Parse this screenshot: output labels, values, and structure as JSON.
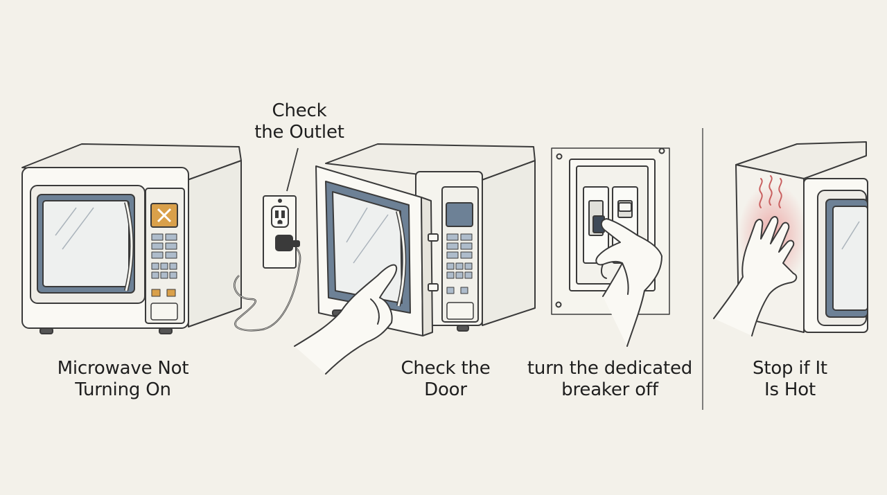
{
  "steps": [
    {
      "line1": "Microwave Not",
      "line2": "Turning On"
    },
    {
      "line1": "Check",
      "line2": "the Outlet"
    },
    {
      "line1": "Check the",
      "line2": "Door"
    },
    {
      "line1": "turn the dedicated",
      "line2": "breaker off"
    },
    {
      "line1": "Stop if It",
      "line2": "Is Hot"
    }
  ],
  "colors": {
    "background": "#f3f1ea",
    "line": "#3a3a3a",
    "glass": "#6d8196",
    "error_button": "#d9a04a",
    "heat": "#e98a8a"
  },
  "icons": [
    "microwave-icon",
    "outlet-icon",
    "plug-icon",
    "hand-icon",
    "breaker-panel-icon",
    "heat-waves-icon",
    "x-mark-icon"
  ]
}
